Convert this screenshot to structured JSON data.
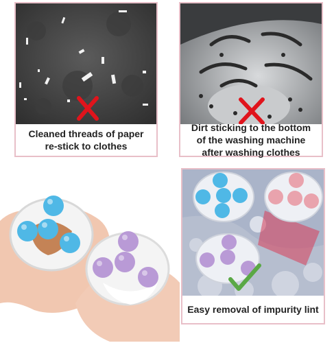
{
  "panels": {
    "top_left": {
      "caption": "Cleaned threads of paper\nre-stick to clothes",
      "mark": "red-x-icon"
    },
    "top_right": {
      "caption": "Dirt sticking to the bottom\nof the washing machine\nafter washing clothes",
      "mark": "red-x-icon"
    },
    "bottom_right": {
      "caption": "Easy removal of impurity lint",
      "mark": "green-check-icon"
    }
  },
  "colors": {
    "border": "#e8bfc8",
    "cross": "#e0141c",
    "check": "#5aa845",
    "ball_blue": "#4fb8e6",
    "ball_pink": "#e9a3ad",
    "ball_purple": "#b99ad6"
  }
}
